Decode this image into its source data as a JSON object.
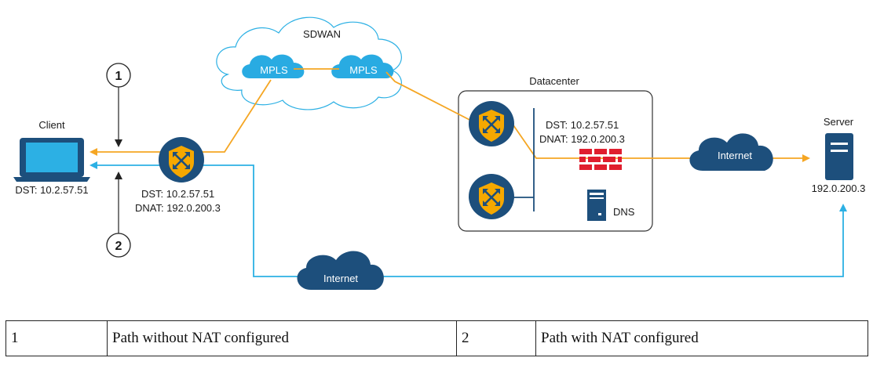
{
  "diagram": {
    "sdwan_label": "SDWAN",
    "mpls_left": "MPLS",
    "mpls_right": "MPLS",
    "datacenter_label": "Datacenter",
    "dc_dst": "DST: 10.2.57.51",
    "dc_dnat": "DNAT: 192.0.200.3",
    "edge_dst": "DST: 10.2.57.51",
    "edge_dnat": "DNAT: 192.0.200.3",
    "client_label": "Client",
    "client_dst": "DST: 10.2.57.51",
    "server_label": "Server",
    "server_ip": "192.0.200.3",
    "internet_dc": "Internet",
    "internet_bottom": "Internet",
    "dns_label": "DNS",
    "callout_1": "1",
    "callout_2": "2",
    "colors": {
      "orange_path": "#f5a623",
      "blue_path": "#2cb0e4",
      "router": "#1d4f7c",
      "shield": "#f5a800",
      "firewall": "#e01e2e",
      "mpls_cloud": "#29abe2"
    }
  },
  "legend": {
    "rows": [
      {
        "num1": "1",
        "desc1": "Path without NAT configured",
        "num2": "2",
        "desc2": "Path with NAT configured"
      }
    ]
  }
}
